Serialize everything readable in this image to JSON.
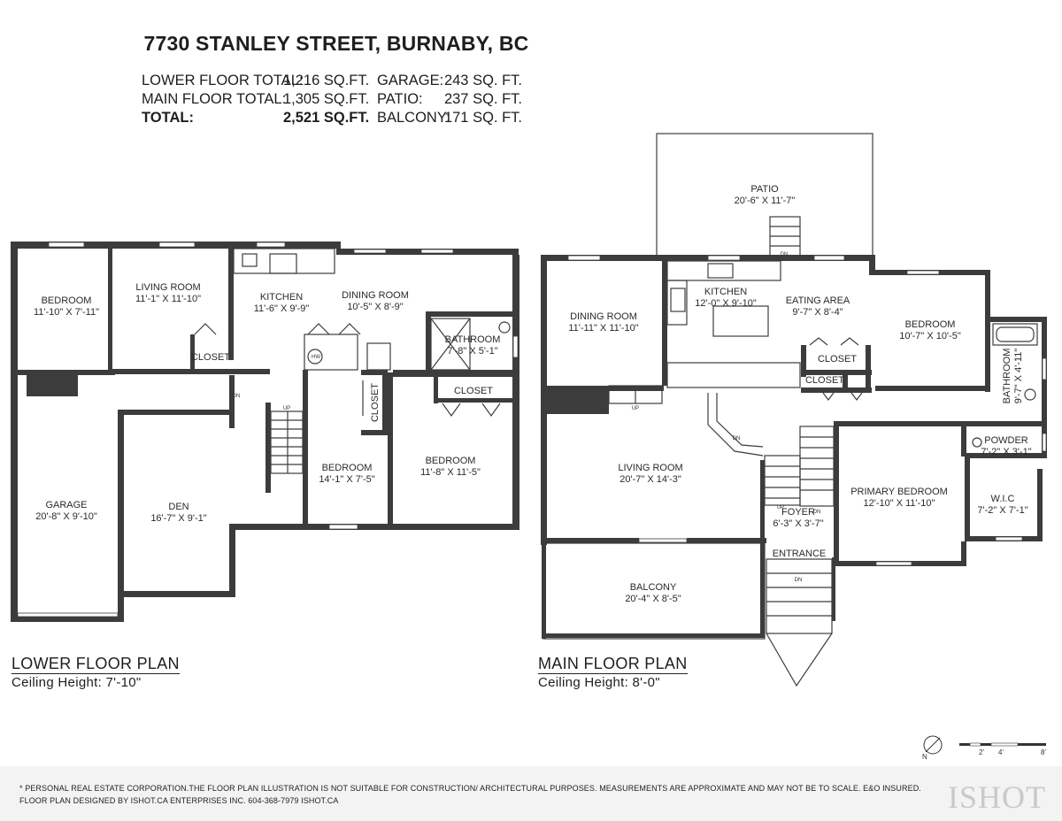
{
  "title": "7730 STANLEY STREET, BURNABY, BC",
  "totals": [
    {
      "label": "LOWER FLOOR TOTAL:",
      "value": "1,216 SQ.FT.",
      "label2": "GARAGE:",
      "value2": "243 SQ. FT.",
      "bold": false
    },
    {
      "label": "MAIN FLOOR TOTAL:",
      "value": "1,305 SQ.FT.",
      "label2": "PATIO:",
      "value2": "237 SQ. FT.",
      "bold": false
    },
    {
      "label": "TOTAL:",
      "value": "2,521 SQ.FT.",
      "label2": "BALCONY:",
      "value2": "171 SQ. FT.",
      "bold": true
    }
  ],
  "lower_plan": {
    "label": "LOWER FLOOR PLAN",
    "ceiling": "Ceiling Height: 7'-10\"",
    "rooms": {
      "bedroom1": {
        "name": "BEDROOM",
        "dims": "11'-10\" X 7'-11\""
      },
      "living": {
        "name": "LIVING ROOM",
        "dims": "11'-1\" X 11'-10\""
      },
      "kitchen": {
        "name": "KITCHEN",
        "dims": "11'-6\" X 9'-9\""
      },
      "dining": {
        "name": "DINING ROOM",
        "dims": "10'-5\" X 8'-9\""
      },
      "bathroom": {
        "name": "BATHROOM",
        "dims": "7'-8\" X 5'-1\""
      },
      "closet1": {
        "name": "CLOSET"
      },
      "closet2": {
        "name": "CLOSET"
      },
      "closet3": {
        "name": "CLOSET"
      },
      "bedroom2": {
        "name": "BEDROOM",
        "dims": "14'-1\" X 7'-5\""
      },
      "bedroom3": {
        "name": "BEDROOM",
        "dims": "11'-8\" X 11'-5\""
      },
      "garage": {
        "name": "GARAGE",
        "dims": "20'-8\" X 9'-10\""
      },
      "den": {
        "name": "DEN",
        "dims": "16'-7\" X 9'-1\""
      }
    },
    "marks": {
      "hw": "HW",
      "up": "UP",
      "dn": "DN"
    }
  },
  "main_plan": {
    "label": "MAIN FLOOR PLAN",
    "ceiling": "Ceiling Height: 8'-0\"",
    "rooms": {
      "patio": {
        "name": "PATIO",
        "dims": "20'-6\" X 11'-7\""
      },
      "dining": {
        "name": "DINING ROOM",
        "dims": "11'-11\" X 11'-10\""
      },
      "kitchen": {
        "name": "KITCHEN",
        "dims": "12'-0\" X 9'-10\""
      },
      "eating": {
        "name": "EATING AREA",
        "dims": "9'-7\" X 8'-4\""
      },
      "bedroom": {
        "name": "BEDROOM",
        "dims": "10'-7\" X 10'-5\""
      },
      "bathroom": {
        "name": "BATHROOM",
        "dims": "9'-7\" X 4'-11\""
      },
      "closet1": {
        "name": "CLOSET"
      },
      "closet2": {
        "name": "CLOSET"
      },
      "powder": {
        "name": "POWDER",
        "dims": "7'-2\" X 3'-1\""
      },
      "living": {
        "name": "LIVING ROOM",
        "dims": "20'-7\" X 14'-3\""
      },
      "primary": {
        "name": "PRIMARY BEDROOM",
        "dims": "12'-10\" X 11'-10\""
      },
      "wic": {
        "name": "W.I.C",
        "dims": "7'-2\" X 7'-1\""
      },
      "foyer": {
        "name": "FOYER",
        "dims": "6'-3\" X 3'-7\""
      },
      "entrance": {
        "name": "ENTRANCE"
      },
      "balcony": {
        "name": "BALCONY",
        "dims": "20'-4\" X 8'-5\""
      }
    },
    "marks": {
      "up": "UP",
      "dn": "DN"
    }
  },
  "scale": {
    "north": "N",
    "t2": "2'",
    "t4": "4'",
    "t8": "8'"
  },
  "footer": {
    "line1": "* PERSONAL REAL ESTATE CORPORATION.THE FLOOR PLAN ILLUSTRATION IS NOT SUITABLE FOR CONSTRUCTION/ ARCHITECTURAL PURPOSES. MEASUREMENTS ARE APPROXIMATE AND MAY NOT BE TO SCALE. E&O INSURED.",
    "line2": "FLOOR PLAN DESIGNED BY ISHOT.CA ENTERPRISES INC. 604-368-7979  ISHOT.CA",
    "logo": "ISHOT"
  }
}
